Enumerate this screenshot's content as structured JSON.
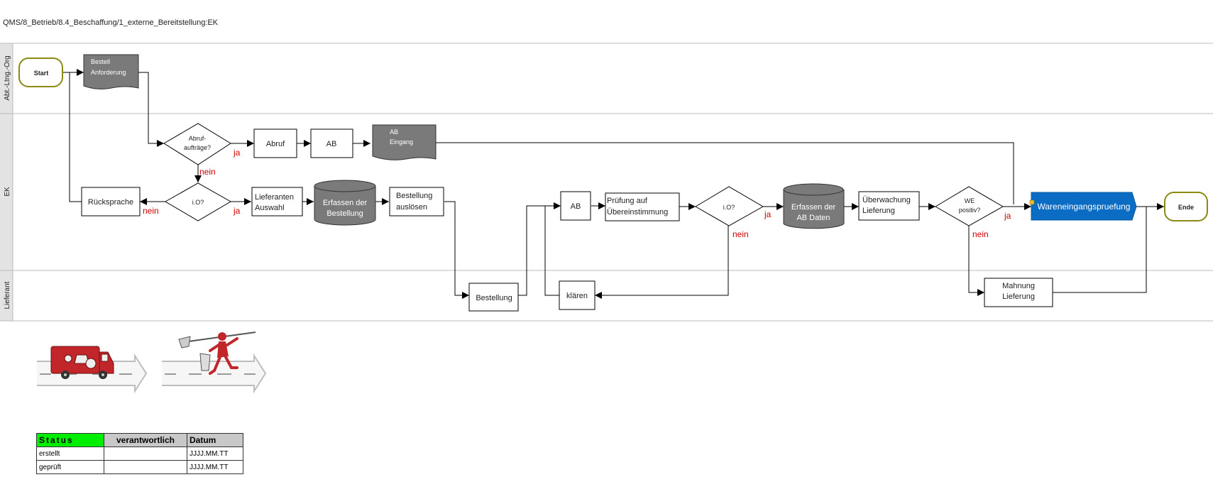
{
  "header": {
    "path": "QMS/8_Betrieb/8.4_Beschaffung/1_externe_Bereitstellung:EK"
  },
  "lanes": [
    {
      "label": "Abt.-Ltng.-Org"
    },
    {
      "label": "EK"
    },
    {
      "label": "Lieferant"
    }
  ],
  "nodes": {
    "start": "Start",
    "bestell_anf_1": "Bestell",
    "bestell_anf_2": "Anforderung",
    "abrufauftraege_1": "Abruf-",
    "abrufauftraege_2": "aufträge?",
    "abruf": "Abruf",
    "ab_top": "AB",
    "ab_eingang_1": "AB",
    "ab_eingang_2": "Eingang",
    "io_left": "i.O?",
    "ruecksprache": "Rücksprache",
    "lieferanten_1": "Lieferanten",
    "lieferanten_2": "Auswahl",
    "erfassen_best_1": "Erfassen der",
    "erfassen_best_2": "Bestellung",
    "best_ausl_1": "Bestellung",
    "best_ausl_2": "auslösen",
    "bestellung": "Bestellung",
    "ab_mid": "AB",
    "pruefung_1": "Prüfung auf",
    "pruefung_2": "Übereinstimmung",
    "io_mid": "i.O?",
    "klaeren": "klären",
    "erfassen_ab_1": "Erfassen der",
    "erfassen_ab_2": "AB Daten",
    "ueberwachung_1": "Überwachung",
    "ueberwachung_2": "Lieferung",
    "we_1": "WE",
    "we_2": "positiv?",
    "mahnung_1": "Mahnung",
    "mahnung_2": "Lieferung",
    "wareneingang": "Wareneingangspruefung",
    "ende": "Ende"
  },
  "edge_labels": {
    "ja_abruf": "ja",
    "nein_abruf": "nein",
    "ja_io_left": "ja",
    "nein_io_left": "nein",
    "ja_io_mid": "ja",
    "nein_io_mid": "nein",
    "ja_we": "ja",
    "nein_we": "nein"
  },
  "colors": {
    "start_end_border": "#8b8b14",
    "dark_shape": "#7a7a7a",
    "process_blue": "#0a6cc3",
    "red_label": "#cc0000",
    "status_green": "#00ee00"
  },
  "status_table": {
    "headers": [
      "Status",
      "verantwortlich",
      "Datum"
    ],
    "rows": [
      {
        "status": "erstellt",
        "verantwortlich": "",
        "datum": "JJJJ.MM.TT"
      },
      {
        "status": "geprüft",
        "verantwortlich": "",
        "datum": "JJJJ.MM.TT"
      }
    ]
  }
}
